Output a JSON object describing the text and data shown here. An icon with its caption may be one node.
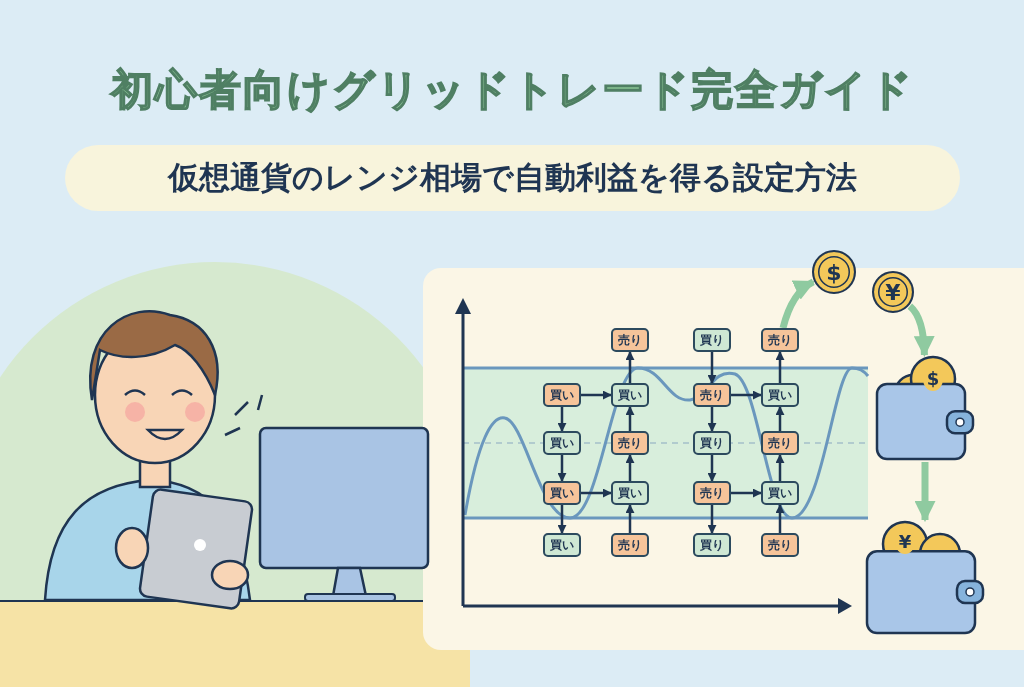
{
  "diagram": {
    "title": "初心者向けグリッドトレード完全ガイド",
    "nodes": [
      {
        "text": [
          "仮想通貨のレンジ相場で自動利益を得る設定方法"
        ]
      },
      {
        "text": [
          "買い"
        ]
      },
      {
        "text": [
          "買い"
        ]
      },
      {
        "text": [
          "買い"
        ]
      },
      {
        "text": [
          "買い"
        ]
      },
      {
        "text": [
          "売り"
        ]
      },
      {
        "text": [
          "買い"
        ]
      },
      {
        "text": [
          "売り"
        ]
      },
      {
        "text": [
          "買い"
        ]
      },
      {
        "text": [
          "売り"
        ]
      },
      {
        "text": [
          "買り"
        ]
      },
      {
        "text": [
          "売り"
        ]
      },
      {
        "text": [
          "買り"
        ]
      },
      {
        "text": [
          "売り"
        ]
      },
      {
        "text": [
          "買り"
        ]
      },
      {
        "text": [
          "売り"
        ]
      },
      {
        "text": [
          "買い"
        ]
      },
      {
        "text": [
          "売り"
        ]
      },
      {
        "text": [
          "買い"
        ]
      },
      {
        "text": [
          "売り"
        ]
      },
      {
        "text": [
          "$"
        ]
      },
      {
        "text": [
          "¥"
        ]
      },
      {
        "text": [],
        "shape": "picture"
      },
      {
        "text": [],
        "shape": "picture"
      }
    ],
    "edges": [
      {
        "from": 1,
        "to": 2,
        "arrow": "to"
      },
      {
        "from": 2,
        "to": 3,
        "arrow": "to"
      },
      {
        "from": 3,
        "to": 4,
        "arrow": "to"
      },
      {
        "from": 1,
        "to": 6,
        "arrow": "to"
      },
      {
        "from": 3,
        "to": 8,
        "arrow": "to"
      },
      {
        "from": 6,
        "to": 5,
        "arrow": "to"
      },
      {
        "from": 7,
        "to": 6,
        "arrow": "to"
      },
      {
        "from": 8,
        "to": 7,
        "arrow": "to"
      },
      {
        "from": 9,
        "to": 8,
        "arrow": "to"
      },
      {
        "from": 10,
        "to": 11,
        "arrow": "to"
      },
      {
        "from": 11,
        "to": 12,
        "arrow": "to"
      },
      {
        "from": 12,
        "to": 13,
        "arrow": "to"
      },
      {
        "from": 13,
        "to": 14,
        "arrow": "to"
      },
      {
        "from": 11,
        "to": 16,
        "arrow": "to"
      },
      {
        "from": 13,
        "to": 18,
        "arrow": "to"
      },
      {
        "from": 16,
        "to": 15,
        "arrow": "to"
      },
      {
        "from": 17,
        "to": 16,
        "arrow": "to"
      },
      {
        "from": 18,
        "to": 17,
        "arrow": "to"
      },
      {
        "from": 19,
        "to": 18,
        "arrow": "to"
      },
      {
        "from": 15,
        "to": 20,
        "arrow": "to",
        "style": "thick",
        "color": "#8fcaa0"
      },
      {
        "from": 21,
        "to": 22,
        "arrow": "to",
        "style": "thick",
        "color": "#8fcaa0"
      },
      {
        "from": 22,
        "to": 23,
        "arrow": "to",
        "style": "thick",
        "color": "#8fcaa0"
      }
    ],
    "labels": [
      "$",
      "¥"
    ]
  }
}
